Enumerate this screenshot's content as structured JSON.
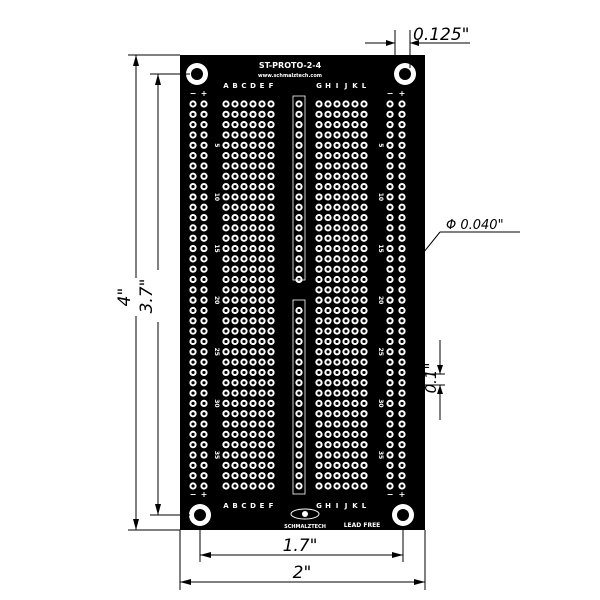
{
  "board": {
    "title": "ST-PROTO-2-4",
    "url": "www.schmalztech.com",
    "brand": "SCHMALZTECH",
    "lead_free": "LEAD FREE",
    "columns_left": [
      "A",
      "B",
      "C",
      "D",
      "E",
      "F"
    ],
    "columns_right": [
      "G",
      "H",
      "I",
      "J",
      "K",
      "L"
    ],
    "rail_minus": "−",
    "rail_plus": "+",
    "row_labels": [
      "5",
      "10",
      "15",
      "20",
      "25",
      "30",
      "35"
    ],
    "row_count": 38,
    "colors": {
      "pcb": "#000000",
      "pad": "#ffffff",
      "background": "#ffffff"
    }
  },
  "dimensions": {
    "mount_hole": "0.125\"",
    "hole_diameter": "Φ 0.040\"",
    "pitch": "0.1\"",
    "board_height": "4\"",
    "hole_spacing_v": "3.7\"",
    "hole_spacing_h": "1.7\"",
    "board_width": "2\""
  }
}
